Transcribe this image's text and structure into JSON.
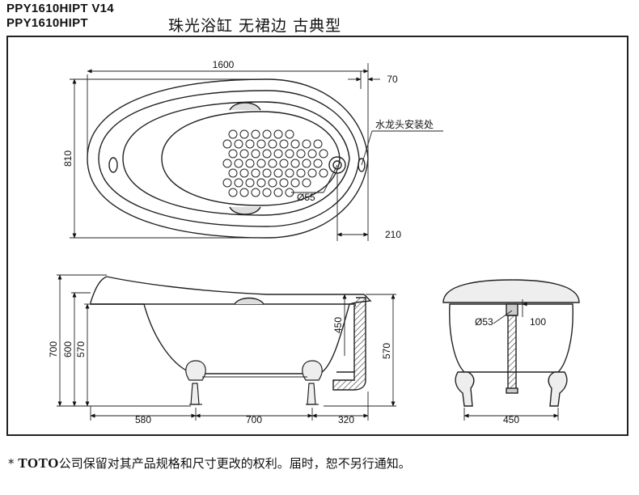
{
  "header": {
    "model_line_1": "PPY1610HIPT V14",
    "model_line_2": "PPY1610HIPT",
    "description": "珠光浴缸 无裙边 古典型"
  },
  "top_view": {
    "dim_length": "1600",
    "dim_offset": "70",
    "dim_width": "810",
    "dim_drain_diameter": "Ø55",
    "dim_drain_offset": "210",
    "faucet_label": "水龙头安装处"
  },
  "side_view": {
    "dim_height_total": "700",
    "dim_height_rim": "600",
    "dim_height_inner": "570",
    "dim_overflow": "450",
    "dim_right_height": "570",
    "dim_left_foot": "580",
    "dim_feet_spacing": "700",
    "dim_right_foot": "320"
  },
  "end_view": {
    "dim_pipe_diameter": "Ø53",
    "dim_offset": "100",
    "dim_width": "450"
  },
  "footer": {
    "asterisk": "*",
    "brand": "TOTO",
    "notice": "公司保留对其产品规格和尺寸更改的权利。届时，恕不另行通知。"
  }
}
